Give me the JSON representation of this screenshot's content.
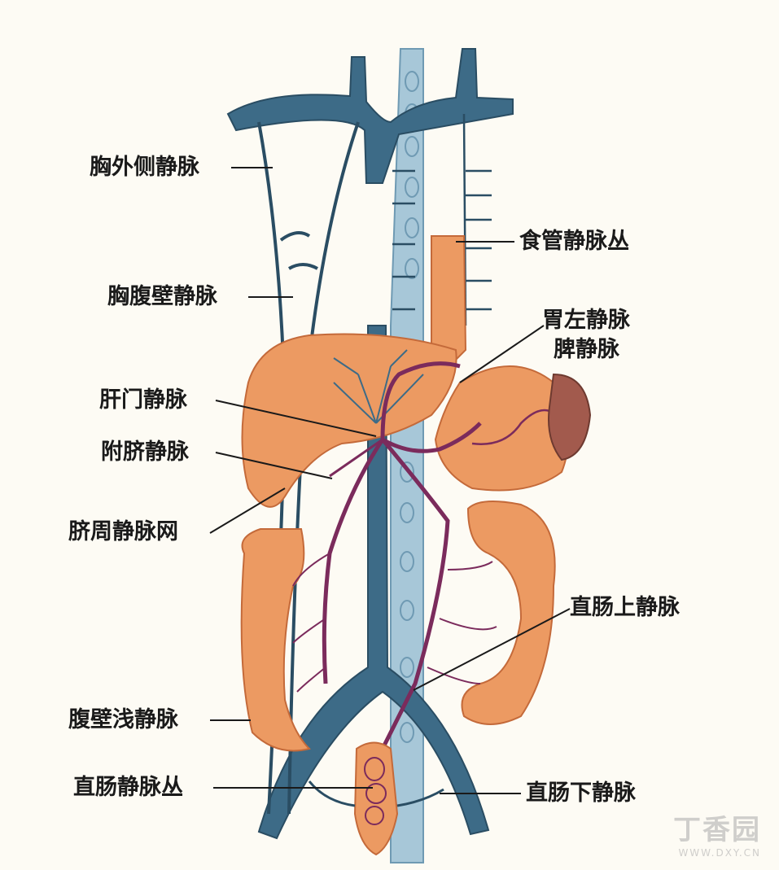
{
  "labels": {
    "thoracoepigastric_lateral": "胸外侧静脉",
    "thoracoepigastric": "胸腹壁静脉",
    "portal": "肝门静脉",
    "paraumbilical": "附脐静脉",
    "periumbilical": "脐周静脉网",
    "superficial_epigastric": "腹壁浅静脉",
    "rectal_plexus": "直肠静脉丛",
    "esophageal_plexus": "食管静脉丛",
    "left_gastric": "胃左静脉",
    "splenic": "脾静脉",
    "superior_rectal": "直肠上静脉",
    "inferior_rectal": "直肠下静脉"
  },
  "watermark": {
    "mark": "丁香园",
    "url": "WWW.DXY.CN"
  },
  "colors": {
    "vein": "#3d6b87",
    "vein_dark": "#2a4d63",
    "portal_vein": "#7b2b5c",
    "organ": "#ec9a62",
    "organ_dark": "#c46a3a",
    "esophagus_plexus": "#9fc3d6",
    "leader_line": "#1a1a1a"
  }
}
